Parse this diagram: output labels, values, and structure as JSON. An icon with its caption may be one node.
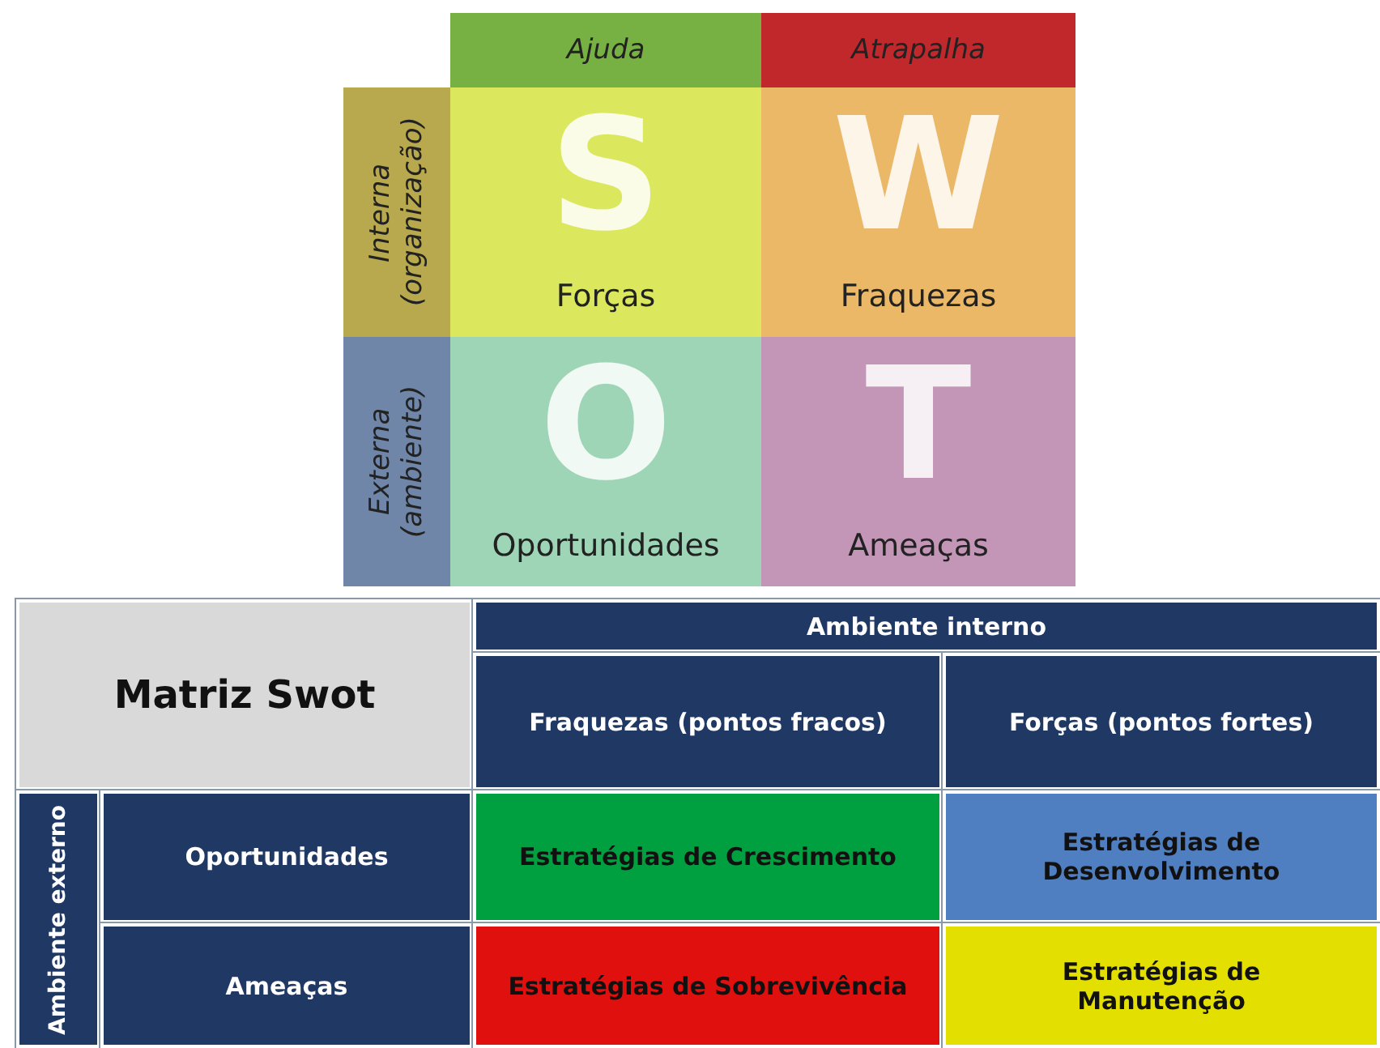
{
  "diagram": {
    "nodes": [
      {
        "text": [
          "Ajuda"
        ]
      },
      {
        "text": [
          "Atrapalha"
        ]
      },
      {
        "text": [
          "Interna (organização)"
        ]
      },
      {
        "text": [
          "S",
          "Forças"
        ]
      },
      {
        "text": [
          "W",
          "Fraquezas"
        ]
      },
      {
        "text": [
          "Externa (ambiente)"
        ]
      },
      {
        "text": [
          "O",
          "Oportunidades"
        ]
      },
      {
        "text": [
          "T",
          "Ameaças"
        ]
      },
      {
        "text": [
          "Matriz Swot"
        ]
      },
      {
        "text": [
          "Ambiente interno"
        ]
      },
      {
        "text": [
          "Fraquezas (pontos fracos)"
        ]
      },
      {
        "text": [
          "Forças (pontos fortes)"
        ]
      },
      {
        "text": [
          "Ambiente externo"
        ]
      },
      {
        "text": [
          "Oportunidades"
        ]
      },
      {
        "text": [
          "Estratégias de Crescimento"
        ]
      },
      {
        "text": [
          "Estratégias de Desenvolvimento"
        ]
      },
      {
        "text": [
          "Ameaças"
        ]
      },
      {
        "text": [
          "Estratégias de Sobrevivência"
        ]
      },
      {
        "text": [
          "Estratégias de Manutenção"
        ]
      }
    ]
  }
}
